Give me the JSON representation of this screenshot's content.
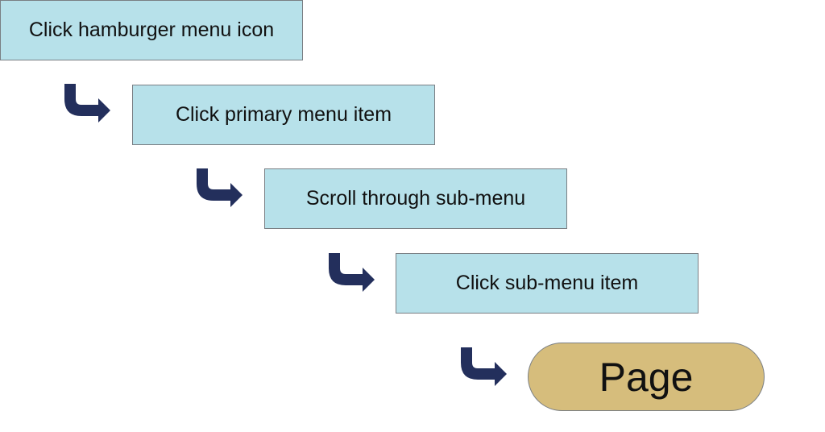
{
  "diagram": {
    "steps": [
      {
        "label": "Click hamburger menu icon"
      },
      {
        "label": "Click primary menu item"
      },
      {
        "label": "Scroll through sub-menu"
      },
      {
        "label": "Click sub-menu item"
      }
    ],
    "destination": {
      "label": "Page"
    },
    "colors": {
      "step_fill": "#b7e1ea",
      "destination_fill": "#d6bd7c",
      "arrow": "#232f5c",
      "border": "#7a7f84"
    }
  }
}
